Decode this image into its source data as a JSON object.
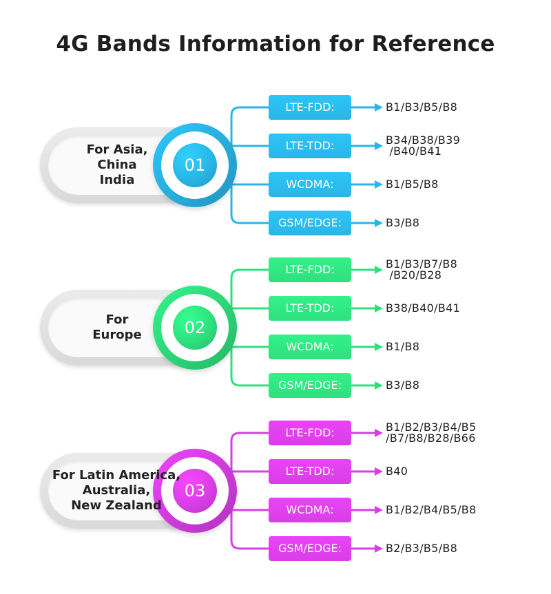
{
  "title": "4G Bands Information for Reference",
  "sections": [
    {
      "number": "01",
      "region_lines": [
        "For Asia,",
        "China",
        "India"
      ],
      "color": "#29b6e6",
      "rows": [
        {
          "tag": "LTE-FDD:",
          "bands": [
            "B1/B3/B5/B8"
          ]
        },
        {
          "tag": "LTE-TDD:",
          "bands": [
            "B34/B38/B39",
            " /B40/B41"
          ]
        },
        {
          "tag": "WCDMA:",
          "bands": [
            "B1/B5/B8"
          ]
        },
        {
          "tag": "GSM/EDGE:",
          "bands": [
            "B3/B8"
          ]
        }
      ]
    },
    {
      "number": "02",
      "region_lines": [
        "For",
        "Europe"
      ],
      "color": "#2ee07e",
      "rows": [
        {
          "tag": "LTE-FDD:",
          "bands": [
            "B1/B3/B7/B8",
            " /B20/B28"
          ]
        },
        {
          "tag": "LTE-TDD:",
          "bands": [
            "B38/B40/B41"
          ]
        },
        {
          "tag": "WCDMA:",
          "bands": [
            "B1/B8"
          ]
        },
        {
          "tag": "GSM/EDGE:",
          "bands": [
            "B3/B8"
          ]
        }
      ]
    },
    {
      "number": "03",
      "region_lines": [
        "For Latin America,",
        "Australia,",
        "New Zealand"
      ],
      "color": "#d93ee6",
      "rows": [
        {
          "tag": "LTE-FDD:",
          "bands": [
            "B1/B2/B3/B4/B5",
            "/B7/B8/B28/B66"
          ]
        },
        {
          "tag": "LTE-TDD:",
          "bands": [
            "B40"
          ]
        },
        {
          "tag": "WCDMA:",
          "bands": [
            "B1/B2/B4/B5/B8"
          ]
        },
        {
          "tag": "GSM/EDGE:",
          "bands": [
            "B2/B3/B5/B8"
          ]
        }
      ]
    }
  ]
}
